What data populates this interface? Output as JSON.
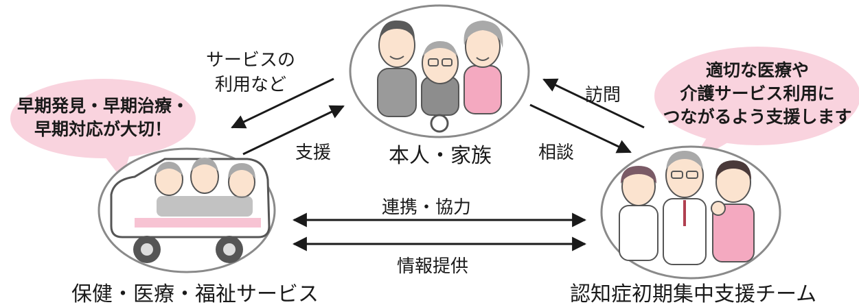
{
  "colors": {
    "bubble_fill": "#f9d3de",
    "oval_stroke": "#8a8a8a",
    "arrow": "#1a1a1a",
    "skin": "#fbe3cf",
    "gray_hair": "#a9a9a9",
    "dark_hair": "#5a5a5a"
  },
  "nodes": {
    "family": {
      "label": "本人・家族"
    },
    "services": {
      "label": "保健・医療・福祉サービス"
    },
    "team": {
      "label": "認知症初期集中支援チーム"
    }
  },
  "edges": {
    "service_use": {
      "line1": "サービスの",
      "line2": "利用など"
    },
    "support": {
      "label": "支援"
    },
    "visit": {
      "label": "訪問"
    },
    "consult": {
      "label": "相談"
    },
    "cooperation": {
      "label": "連携・協力"
    },
    "info": {
      "label": "情報提供"
    }
  },
  "bubbles": {
    "left": {
      "line1": "早期発見・早期治療・",
      "line2": "早期対応が大切！"
    },
    "right": {
      "line1": "適切な医療や",
      "line2": "介護サービス利用に",
      "line3": "つながるよう支援します"
    }
  },
  "icons": [
    "family-illustration",
    "car-illustration",
    "care-team-illustration"
  ]
}
